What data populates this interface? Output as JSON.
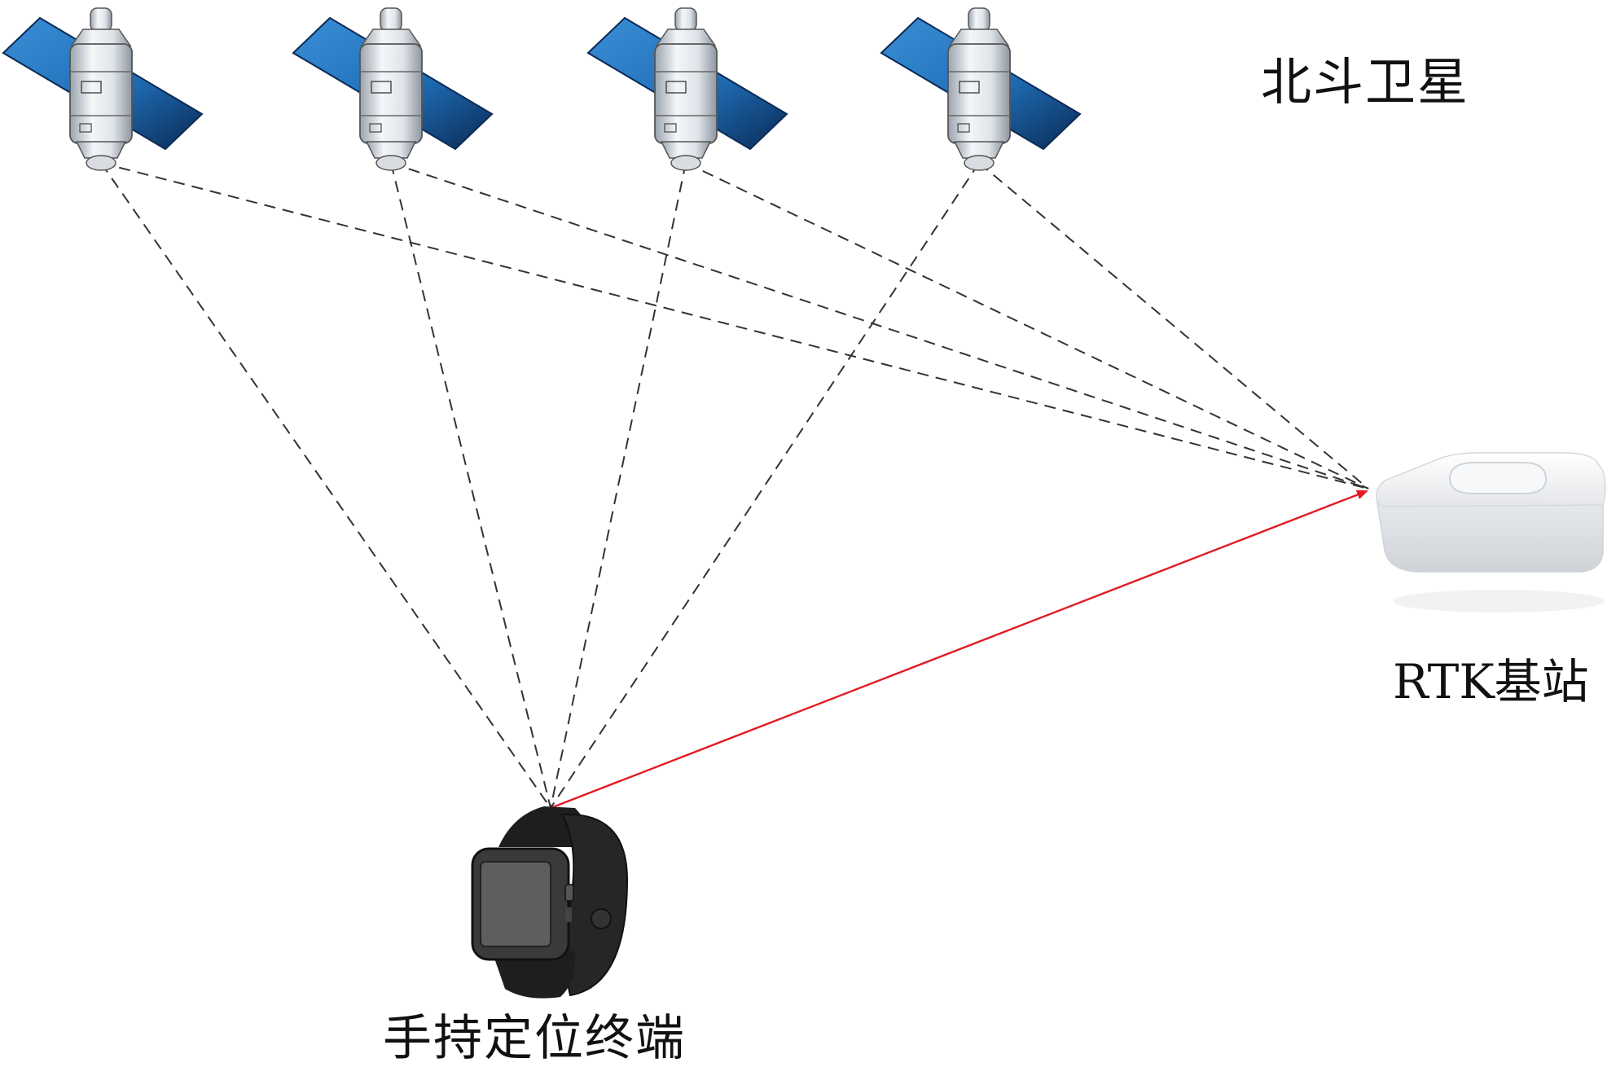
{
  "labels": {
    "satellites": "北斗卫星",
    "base_station": "RTK基站",
    "terminal": "手持定位终端"
  },
  "colors": {
    "signal_line": "#333333",
    "correction_link": "#e31b23",
    "panel_blue": "#1f6fb8",
    "panel_dark": "#0b2a55",
    "satellite_body": "#e6e9ee",
    "base_station": "#f3f4f6",
    "watch_body": "#2a2a2a",
    "watch_screen": "#5e5e5e"
  },
  "icons": {
    "satellite": "satellite-icon",
    "base_station": "rtk-base-station-icon",
    "terminal": "smartwatch-icon"
  }
}
